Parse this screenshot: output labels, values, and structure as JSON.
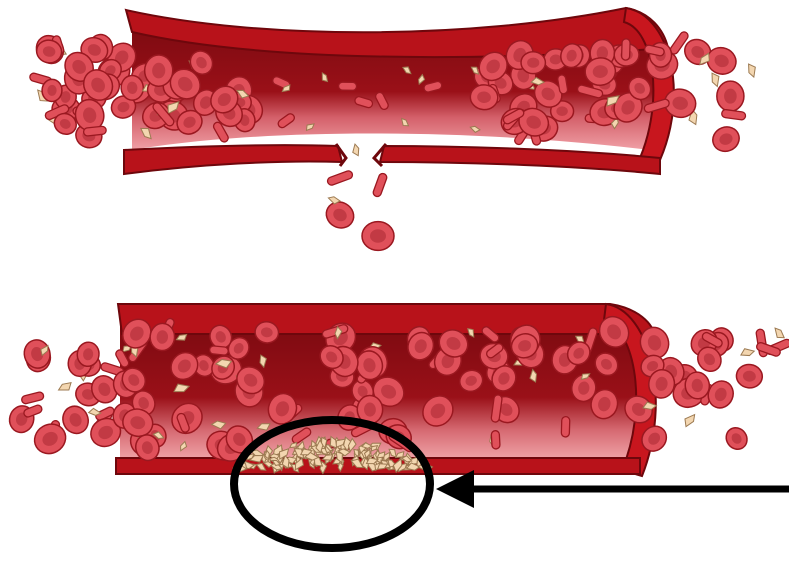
{
  "colors": {
    "vessel_wall_dark": "#9e0c14",
    "vessel_wall": "#c0141c",
    "vessel_lumen": "#8a0d12",
    "vessel_floor": "#e07880",
    "vessel_floor_light": "#f2a4a8",
    "rbc_fill": "#e0505a",
    "rbc_edge": "#9a1820",
    "rbc_center": "#c23a44",
    "platelet_fill": "#f3d6b0",
    "platelet_edge": "#9c7a52",
    "annotation": "#000000"
  },
  "diagram": {
    "panels": [
      {
        "id": "damaged-vessel",
        "state": "wall torn, blood cells escaping"
      },
      {
        "id": "repaired-vessel",
        "state": "platelet plug sealing the wall"
      }
    ],
    "highlight": {
      "shape": "ellipse",
      "icon": "circle-outline"
    },
    "pointer": {
      "icon": "arrow-left-icon"
    }
  }
}
